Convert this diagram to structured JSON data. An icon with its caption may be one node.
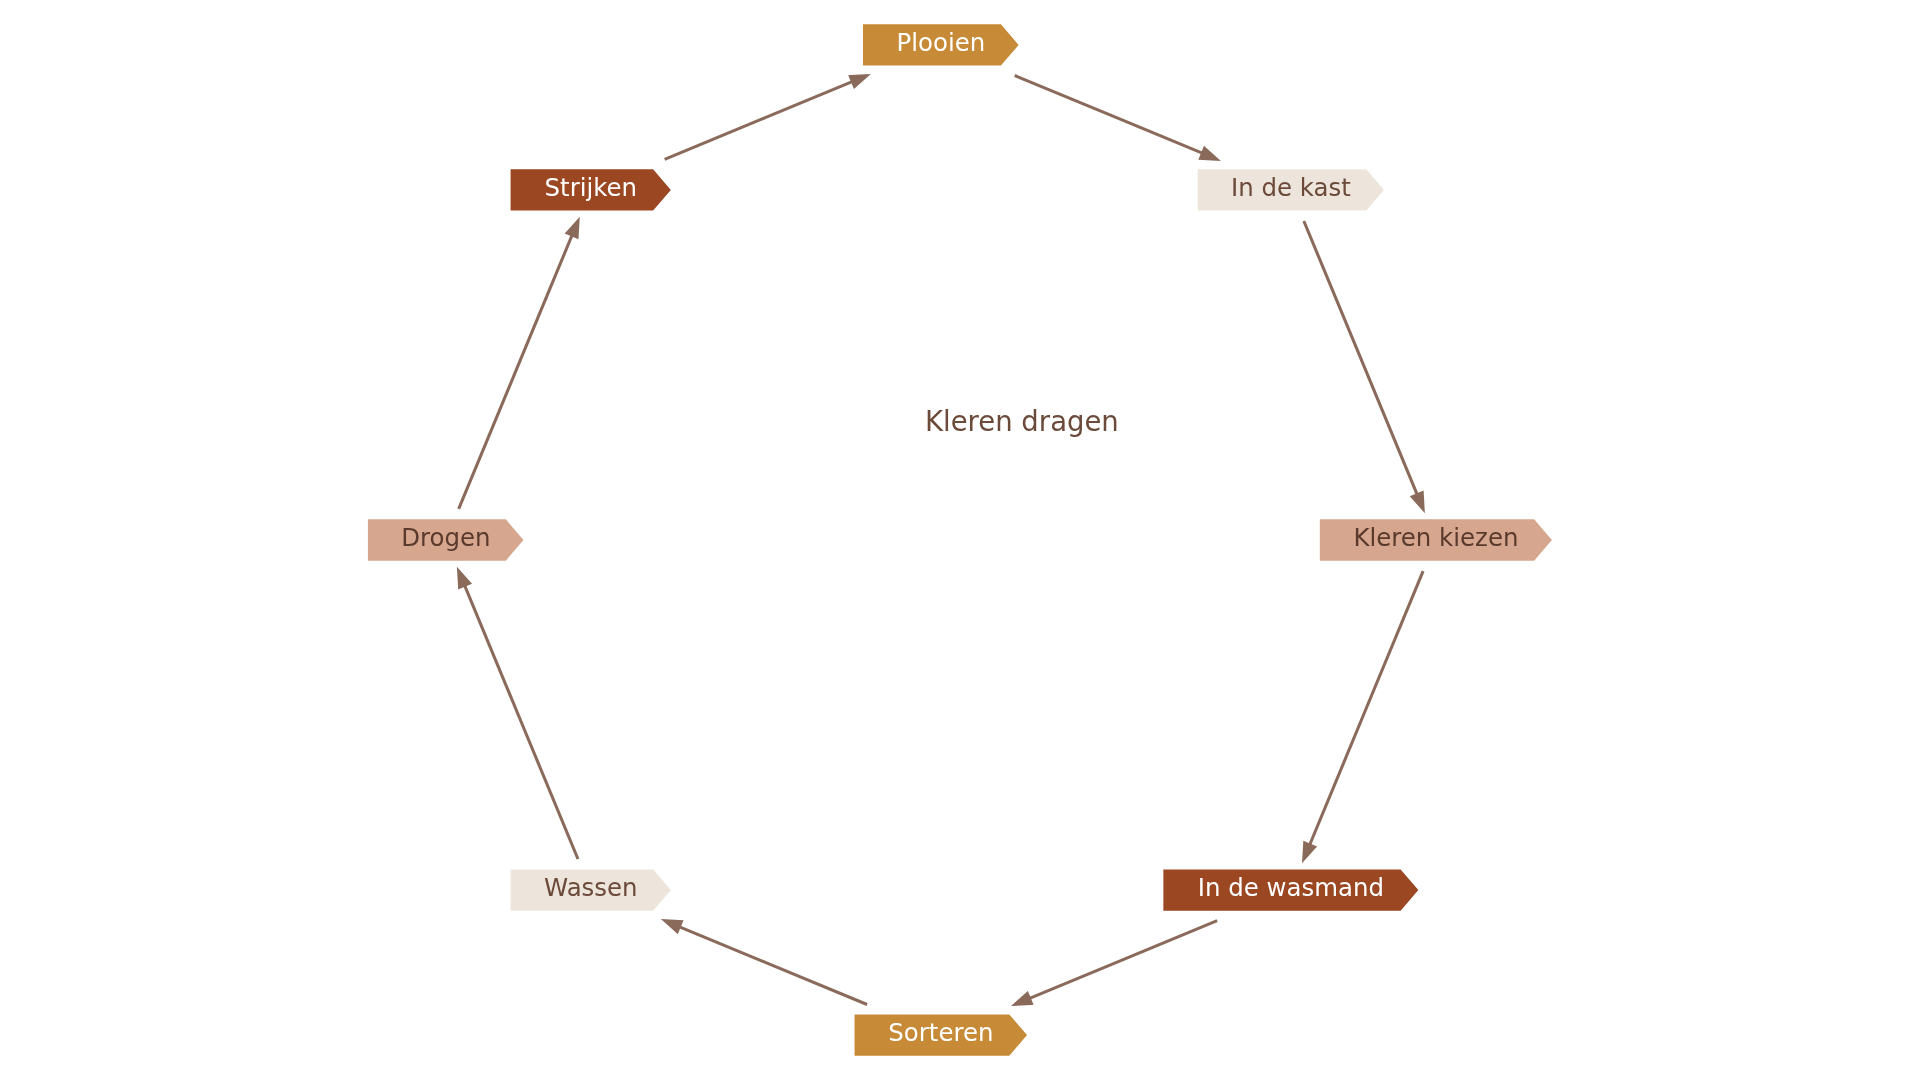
{
  "diagram": {
    "nodes": [
      {
        "text": [
          "In de wasmand"
        ]
      },
      {
        "text": [
          "Sorteren"
        ]
      },
      {
        "text": [
          "Wassen"
        ]
      },
      {
        "text": [
          "Drogen"
        ]
      },
      {
        "text": [
          "Strijken"
        ]
      },
      {
        "text": [
          "Plooien"
        ]
      },
      {
        "text": [
          "In de kast"
        ]
      },
      {
        "text": [
          "Kleren kiezen"
        ]
      }
    ],
    "edges": [
      {
        "from": 0,
        "to": 1,
        "arrow": "to"
      },
      {
        "from": 1,
        "to": 2,
        "arrow": "to"
      },
      {
        "from": 2,
        "to": 3,
        "arrow": "to"
      },
      {
        "from": 3,
        "to": 4,
        "arrow": "to"
      },
      {
        "from": 4,
        "to": 5,
        "arrow": "to"
      },
      {
        "from": 5,
        "to": 6,
        "arrow": "to"
      },
      {
        "from": 6,
        "to": 7,
        "arrow": "to"
      },
      {
        "from": 7,
        "to": 0,
        "arrow": "to"
      }
    ],
    "labels": [
      "Kleren dragen"
    ]
  }
}
